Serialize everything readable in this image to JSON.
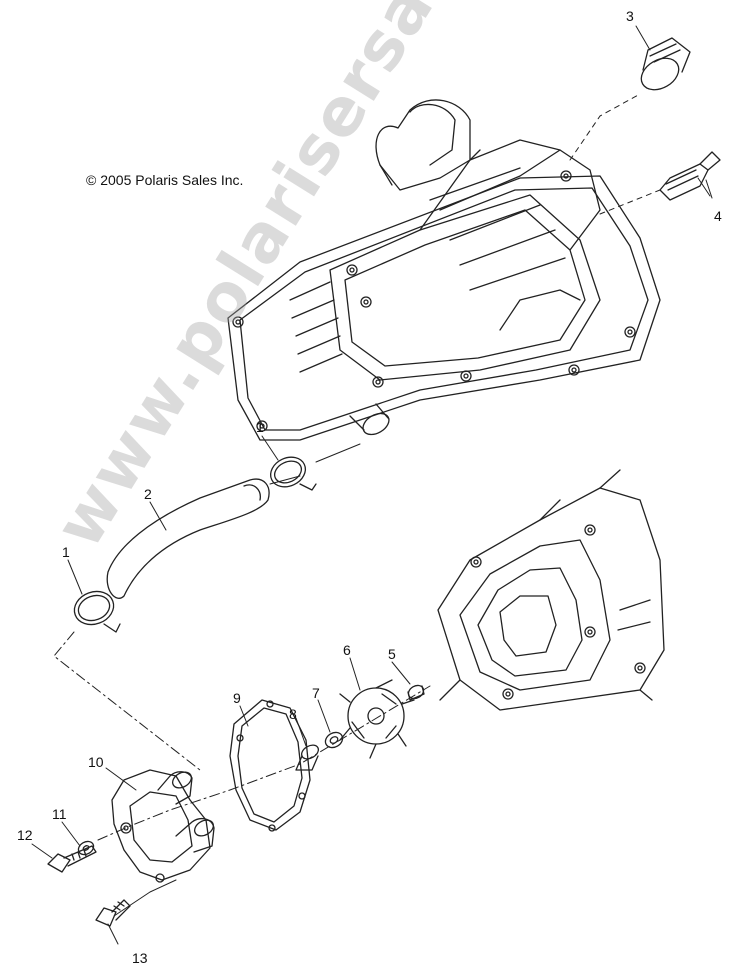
{
  "copyright": "© 2005 Polaris Sales Inc.",
  "watermark": "www.polarisersatzteile.de",
  "callouts": {
    "c1a": "1",
    "c1b": "1",
    "c2": "2",
    "c3": "3",
    "c4": "4",
    "c5": "5",
    "c6": "6",
    "c7": "7",
    "c8": "8",
    "c9": "9",
    "c10": "10",
    "c11": "11",
    "c12": "12",
    "c13": "13"
  },
  "colors": {
    "line": "#222222",
    "watermark": "#a0a0a0"
  }
}
